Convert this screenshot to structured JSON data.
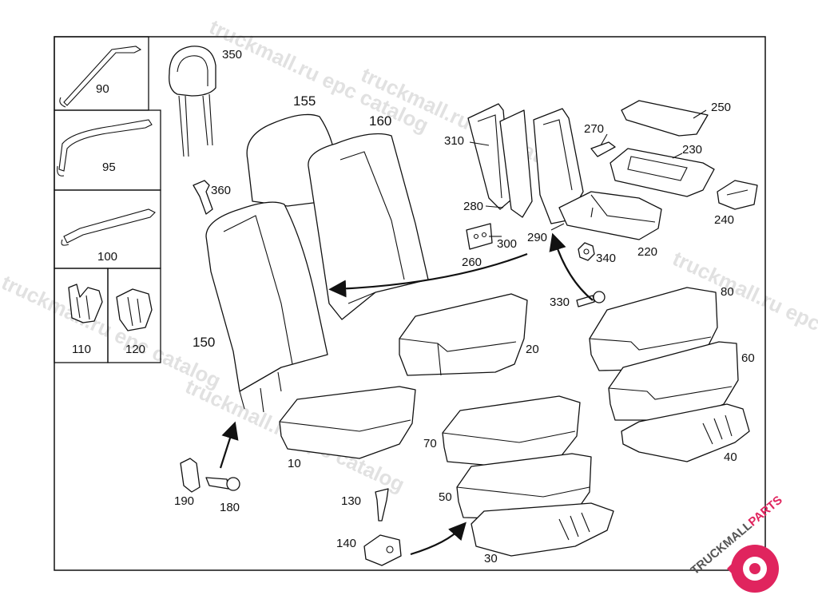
{
  "watermark": "truckmall.ru epc catalog",
  "brand": {
    "part1": "TRUCKMALL",
    "part2": "PARTS",
    "color1": "#555555",
    "color2": "#e0245e"
  },
  "labels": {
    "p10": "10",
    "p20": "20",
    "p30": "30",
    "p40": "40",
    "p50": "50",
    "p60": "60",
    "p70": "70",
    "p80": "80",
    "p90": "90",
    "p95": "95",
    "p100": "100",
    "p110": "110",
    "p120": "120",
    "p130": "130",
    "p140": "140",
    "p150": "150",
    "p155": "155",
    "p160": "160",
    "p180": "180",
    "p190": "190",
    "p220": "220",
    "p230": "230",
    "p240": "240",
    "p250": "250",
    "p260": "260",
    "p270": "270",
    "p280": "280",
    "p290": "290",
    "p300": "300",
    "p310": "310",
    "p330": "330",
    "p340": "340",
    "p350": "350",
    "p360": "360"
  }
}
